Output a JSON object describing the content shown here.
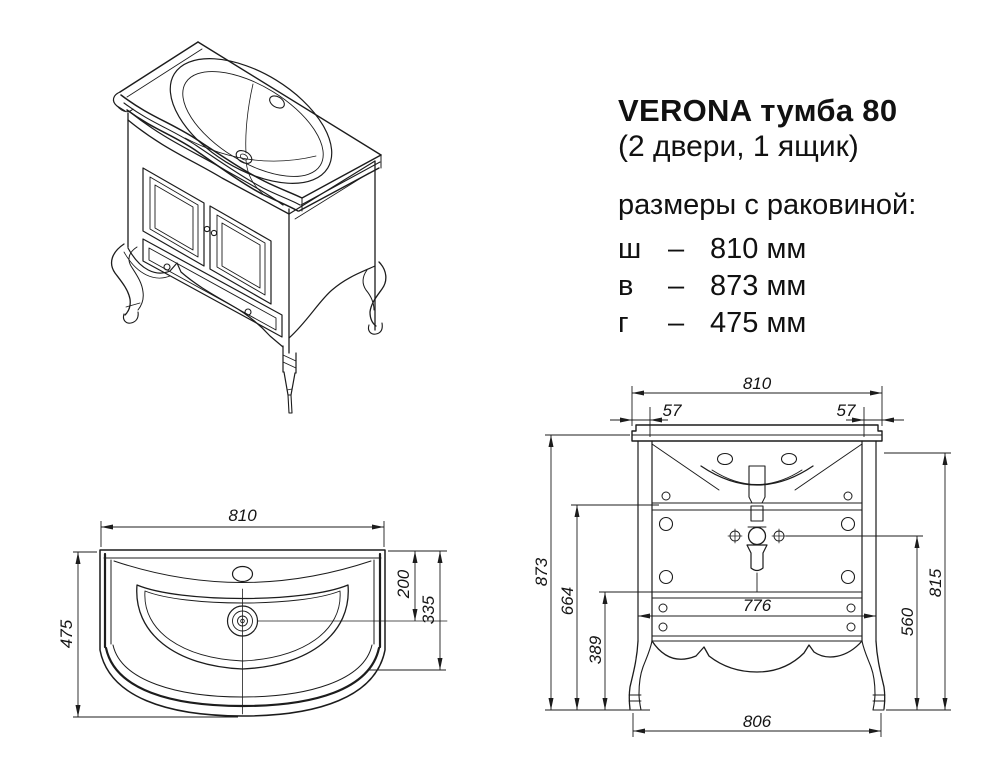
{
  "ink": "#1c1c1c",
  "title": {
    "line1": "VERONA тумба 80",
    "line2": "(2 двери, 1 ящик)"
  },
  "specs": {
    "heading": "размеры с раковиной:",
    "rows": [
      {
        "key": "ш",
        "sep": "–",
        "value": "810 мм"
      },
      {
        "key": "в",
        "sep": "–",
        "value": "873 мм"
      },
      {
        "key": "г",
        "sep": "–",
        "value": "475 мм"
      }
    ]
  },
  "plan_view": {
    "width": "810",
    "depth": "475",
    "drain_offset": "200",
    "basin_depth": "335"
  },
  "front_view": {
    "width": "810",
    "inset_left": "57",
    "inset_right": "57",
    "height_total": "873",
    "height_under_counter": "664",
    "height_lower": "389",
    "frame_width": "776",
    "drain_height": "560",
    "body_height": "815",
    "base_width": "806"
  }
}
